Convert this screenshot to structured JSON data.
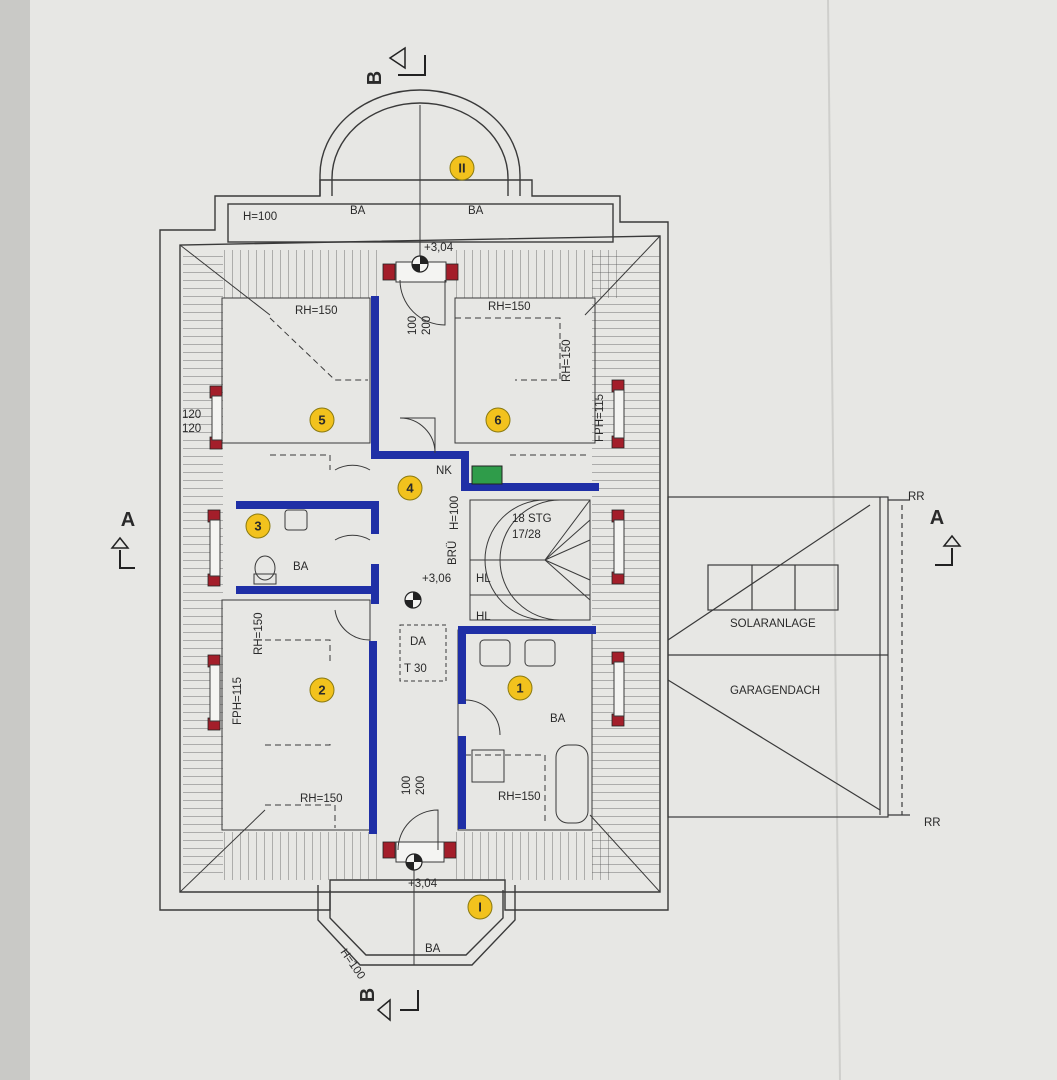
{
  "section_markers": {
    "top": "B",
    "bottom": "B",
    "left": "A",
    "right": "A"
  },
  "rooms": {
    "r1": "1",
    "r2": "2",
    "r3": "3",
    "r4": "4",
    "r5": "5",
    "r6": "6",
    "balcony_top": "II",
    "balcony_bottom": "I"
  },
  "labels": {
    "h100_top": "H=100",
    "h100_bottom": "H=100",
    "ba_top_left": "BA",
    "ba_top_right": "BA",
    "ba_room3": "BA",
    "ba_room1": "BA",
    "ba_bottom": "BA",
    "level_top": "+3,04",
    "level_bottom": "+3,04",
    "level_center": "+3,06",
    "rh150_r5": "RH=150",
    "rh150_r6": "RH=150",
    "rh150_r6_vertical": "RH=150",
    "rh150_r2": "RH=150",
    "rh150_r2_vertical": "RH=150",
    "rh150_r1": "RH=150",
    "fph115_left": "FPH=115",
    "fph115_right": "FPH=115",
    "door_top_100": "100",
    "door_top_200": "200",
    "door_bottom_100": "100",
    "door_bottom_200": "200",
    "window_120_a": "120",
    "window_120_b": "120",
    "nk": "NK",
    "bru": "BRÜ",
    "h100_stair": "H=100",
    "stairs_steps": "18 STG",
    "stairs_ratio": "17/28",
    "hl_1": "HL",
    "hl_2": "HL",
    "da": "DA",
    "t30": "T 30",
    "solaranlage": "SOLARANLAGE",
    "garagendach": "GARAGENDACH",
    "rr_top": "RR",
    "rr_bottom": "RR"
  },
  "colors": {
    "paper": "#e7e7e4",
    "line": "#3a3a3a",
    "wall_blue": "#1f2fa6",
    "column_red": "#a31e2a",
    "room_marker": "#f2c21d",
    "nk_green": "#2f9c4a"
  }
}
